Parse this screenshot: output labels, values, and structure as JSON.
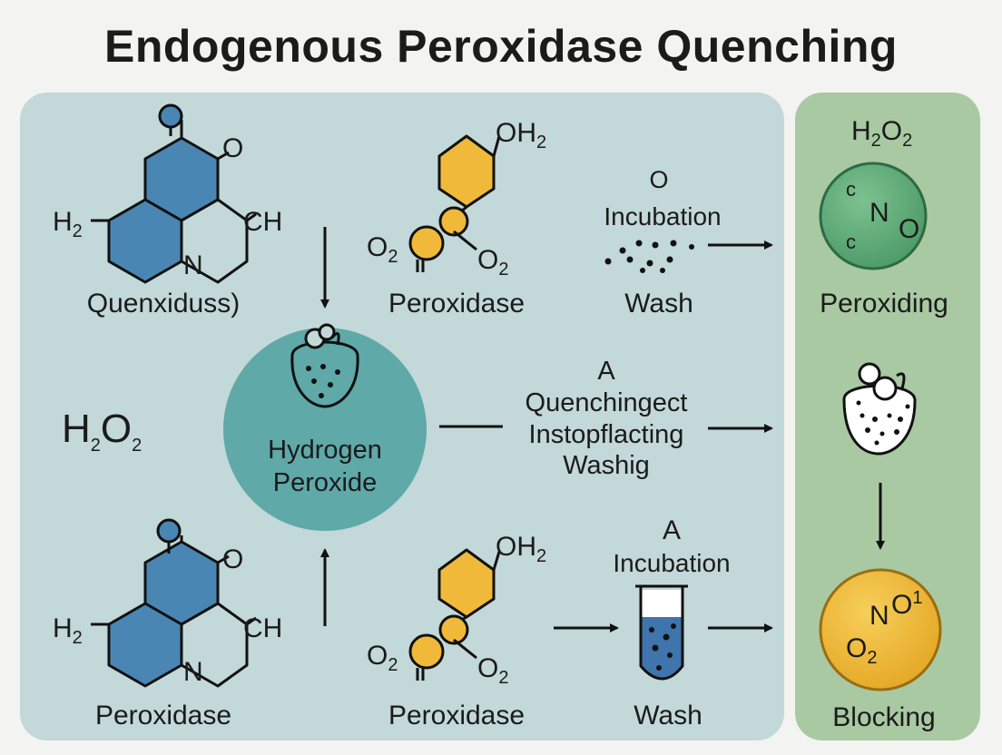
{
  "title": "Endogenous Peroxidase Quenching",
  "top_row": {
    "mol1": {
      "label": "Quenxiduss)",
      "o": "O",
      "h2": "H",
      "h2_sub": "2",
      "ch": "CH",
      "n": "N"
    },
    "mol2": {
      "label": "Peroxidase",
      "oh2_o": "OH",
      "oh2_sub": "2",
      "o2_left": "O",
      "o2_left_sub": "2",
      "o2_right": "O",
      "o2_right_sub": "2"
    },
    "step": {
      "top": "O",
      "label": "Incubation",
      "bottom": "Wash"
    }
  },
  "middle_row": {
    "h2o2_h": "H",
    "h2o2_2a": "2",
    "h2o2_o": "O",
    "h2o2_2b": "2",
    "center_line1": "Hydrogen",
    "center_line2": "Peroxide",
    "step_a": "A",
    "step_line1": "Quenchingect",
    "step_line2": "Instopflacting",
    "step_line3": "Washig"
  },
  "bottom_row": {
    "mol1": {
      "label": "Peroxidase",
      "o": "O",
      "h2": "H",
      "h2_sub": "2",
      "ch": "CH",
      "n": "N"
    },
    "mol2": {
      "label": "Peroxidase",
      "oh2_o": "OH",
      "oh2_sub": "2",
      "o2_left": "O",
      "o2_left_sub": "2",
      "o2_right": "O",
      "o2_right_sub": "2"
    },
    "step": {
      "top": "A",
      "label": "Incubation",
      "bottom": "Wash"
    }
  },
  "side": {
    "top_h": "H",
    "top_2a": "2",
    "top_o": "O",
    "top_2b": "2",
    "green_n": "N",
    "green_o": "O",
    "green_c1": "c",
    "green_c2": "c",
    "green_label": "Peroxiding",
    "yellow_n": "N",
    "yellow_o1": "O",
    "yellow_sup": "1",
    "yellow_o2": "O",
    "yellow_sub": "2",
    "yellow_label": "Blocking"
  },
  "colors": {
    "panel_main": "#c3d8d8",
    "panel_side": "#a9c9a3",
    "blue_ring": "#4a86b4",
    "yellow_ring": "#f0b93a",
    "teal_circle": "#5fa9a8",
    "green_sphere": "#5fa776",
    "yellow_sphere": "#f0b93a"
  }
}
